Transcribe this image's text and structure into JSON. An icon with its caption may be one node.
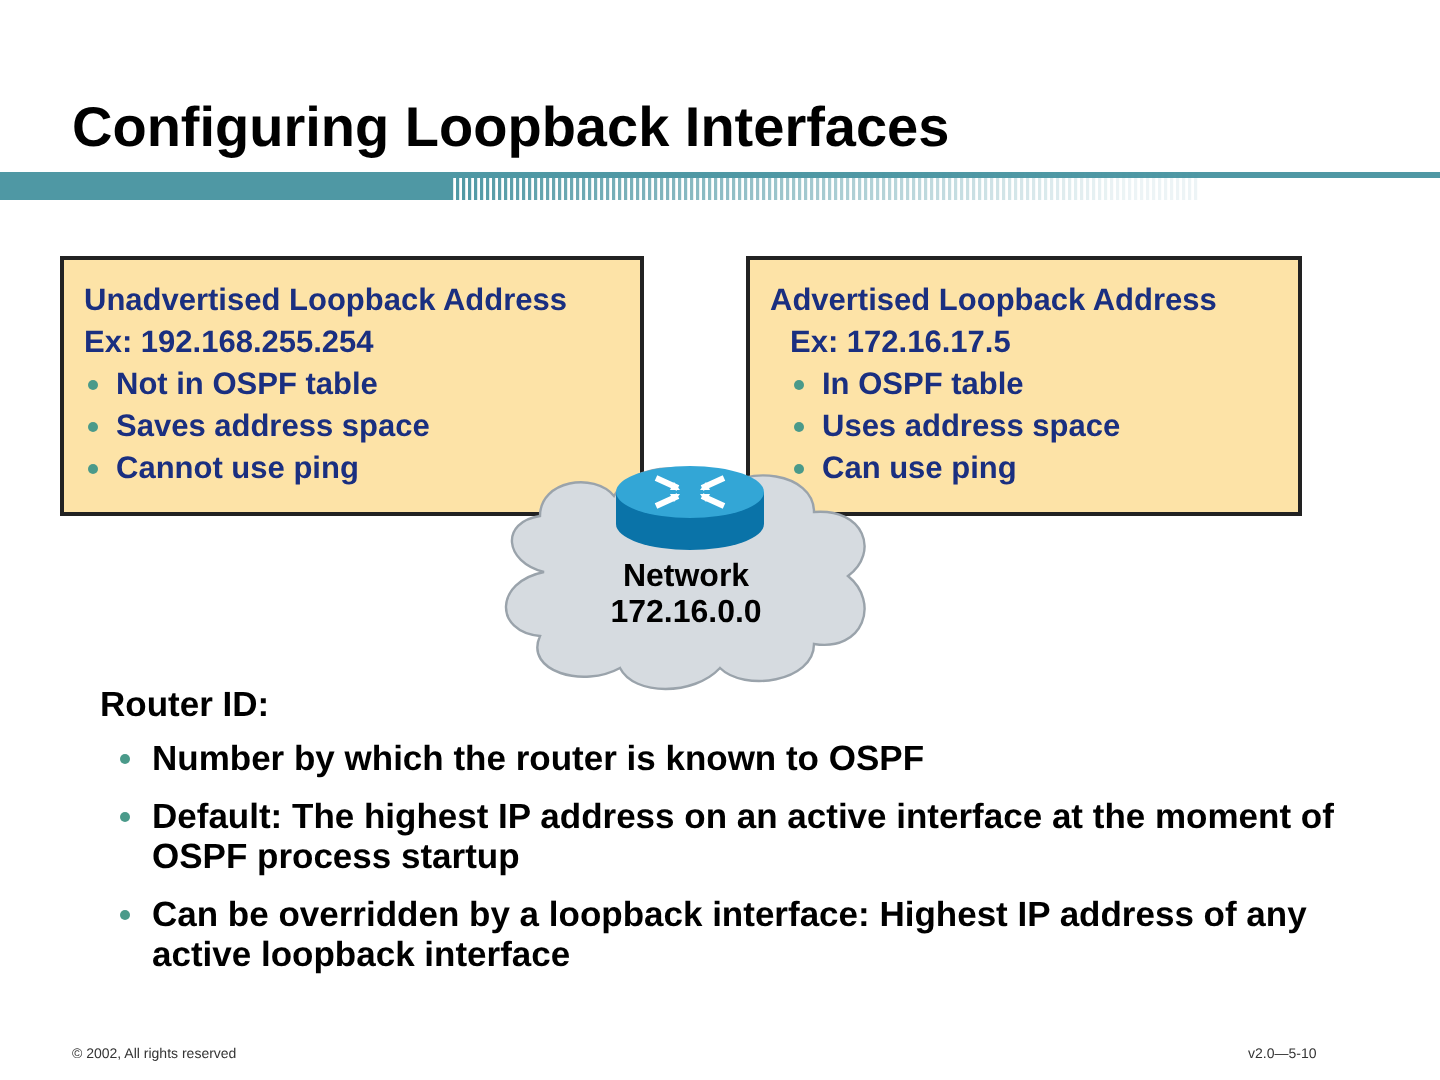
{
  "diagram": {
    "title": "Configuring Loopback Interfaces",
    "nodes": [
      {
        "text": [
          "Unadvertised Loopback Address",
          "Ex: 192.168.255.254",
          "Not in OSPF table",
          "Saves address space",
          "Cannot use ping"
        ]
      },
      {
        "text": [
          "Advertised Loopback Address",
          "Ex: 172.16.17.5",
          "In OSPF table",
          "Uses address space",
          "Can use ping"
        ]
      },
      {
        "text": [
          "Network 172.16.0.0"
        ]
      }
    ],
    "labels": [
      "Router ID:",
      "Number by which the router is known to OSPF",
      "Default: The highest IP address on an active interface at the moment of OSPF process startup",
      "Can be overridden by a loopback interface: Highest IP address of any active loopback interface",
      "© 2002, All rights reserved",
      "v2.0—5-10"
    ]
  }
}
